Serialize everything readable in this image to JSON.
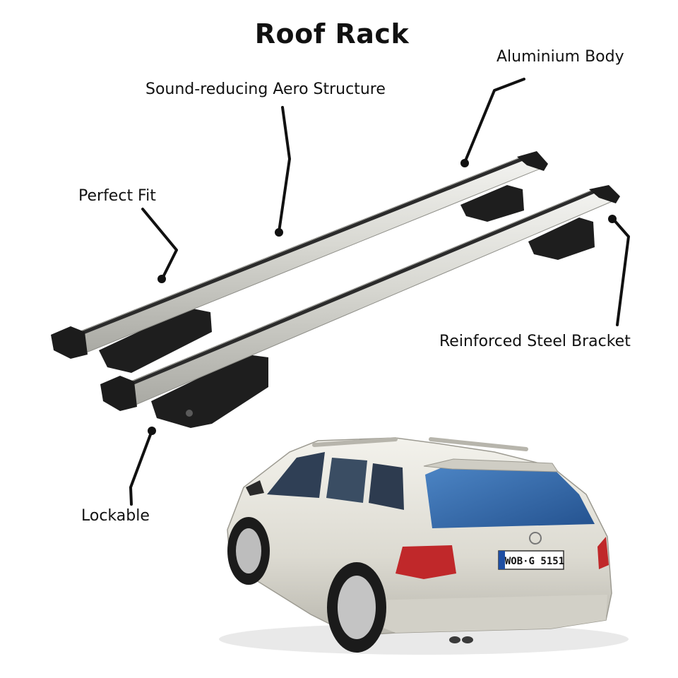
{
  "title": "Roof Rack",
  "callouts": {
    "aluminium_body": "Aluminium Body",
    "aero_structure": "Sound-reducing Aero Structure",
    "perfect_fit": "Perfect Fit",
    "steel_bracket": "Reinforced Steel Bracket",
    "lockable": "Lockable"
  },
  "car": {
    "plate": "WOB·G 5151"
  },
  "colors": {
    "text": "#111111",
    "bar": "#d9d9d4",
    "bracket": "#1e1e1e",
    "car_body": "#e6e4dc",
    "glass": "#3a6fb0",
    "tail_light": "#c0282a"
  }
}
